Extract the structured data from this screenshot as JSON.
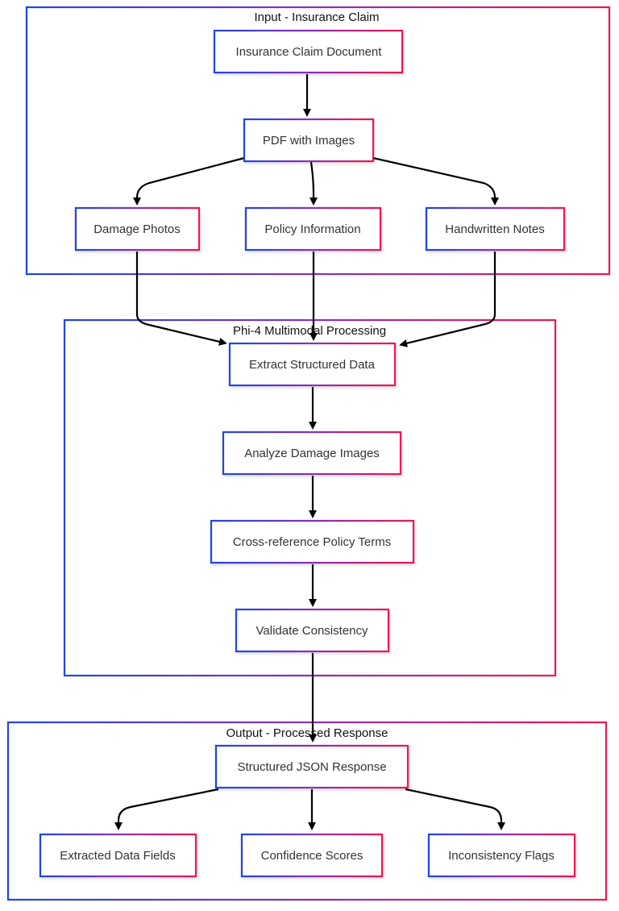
{
  "clusters": {
    "input": {
      "title": "Input - Insurance Claim"
    },
    "processing": {
      "title": "Phi-4 Multimodal Processing"
    },
    "output": {
      "title": "Output - Processed Response"
    }
  },
  "nodes": {
    "claim_doc": "Insurance Claim Document",
    "pdf": "PDF with Images",
    "damage_photos": "Damage Photos",
    "policy_info": "Policy Information",
    "handwritten": "Handwritten Notes",
    "extract": "Extract Structured Data",
    "analyze": "Analyze Damage Images",
    "crossref": "Cross-reference Policy Terms",
    "validate": "Validate Consistency",
    "json_resp": "Structured JSON Response",
    "fields": "Extracted Data Fields",
    "confidence": "Confidence Scores",
    "flags": "Inconsistency Flags"
  },
  "colors": {
    "gradient_start": "#1f45e6",
    "gradient_mid": "#8a2fb8",
    "gradient_end": "#f0164f",
    "arrow": "#000000",
    "node_fill": "#ffffff"
  }
}
